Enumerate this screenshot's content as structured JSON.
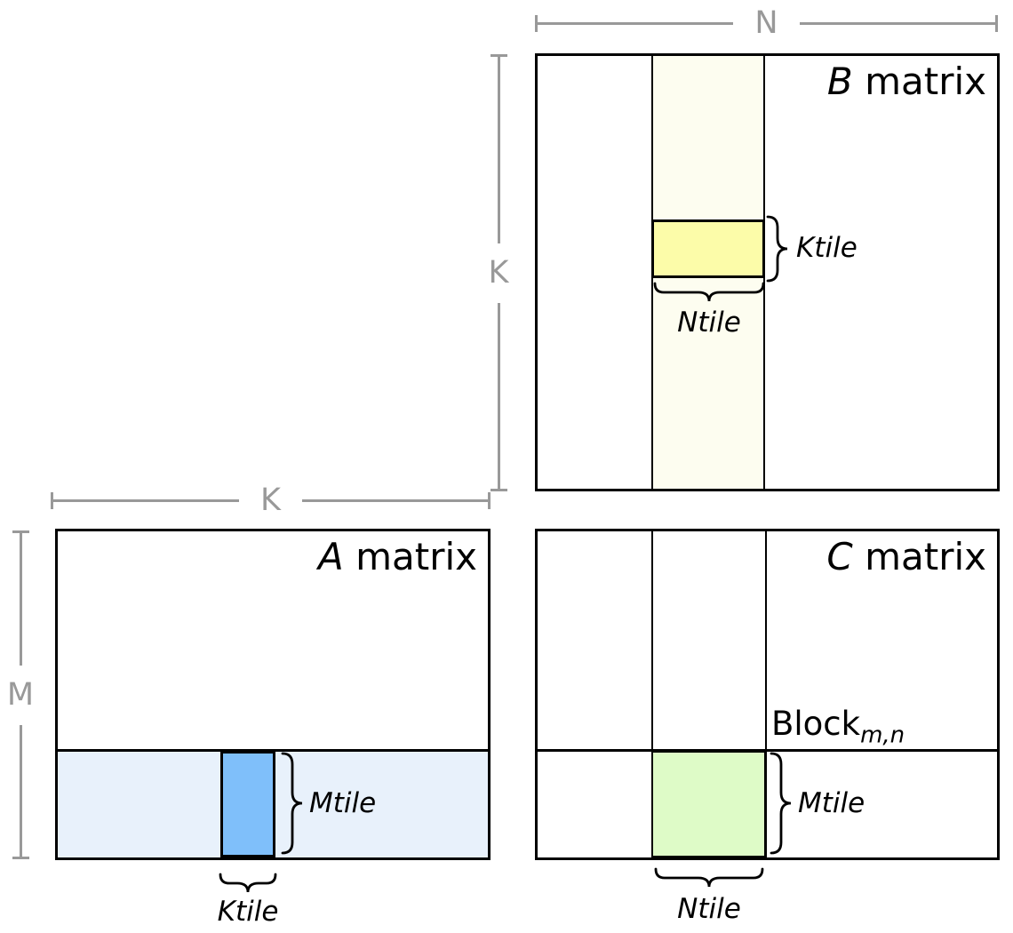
{
  "b_matrix": {
    "letter": "B",
    "word": "matrix",
    "ktile_label": "Ktile",
    "ntile_label": "Ntile"
  },
  "a_matrix": {
    "letter": "A",
    "word": "matrix",
    "mtile_label": "Mtile",
    "ktile_label": "Ktile"
  },
  "c_matrix": {
    "letter": "C",
    "word": "matrix",
    "mtile_label": "Mtile",
    "ntile_label": "Ntile",
    "block_base": "Block",
    "block_subscript": "m,n"
  },
  "dimensions": {
    "n": "N",
    "k_beside_b": "K",
    "k_above_a": "K",
    "m": "M"
  },
  "colors": {
    "b_strip_bg": "#FDFDF0",
    "b_tile_bg": "#FCFCA9",
    "a_strip_bg": "#E8F1FB",
    "a_tile_bg": "#7FBFFA",
    "c_tile_bg": "#DEFBC7",
    "outline": "#000000",
    "dim_line": "#999999"
  }
}
